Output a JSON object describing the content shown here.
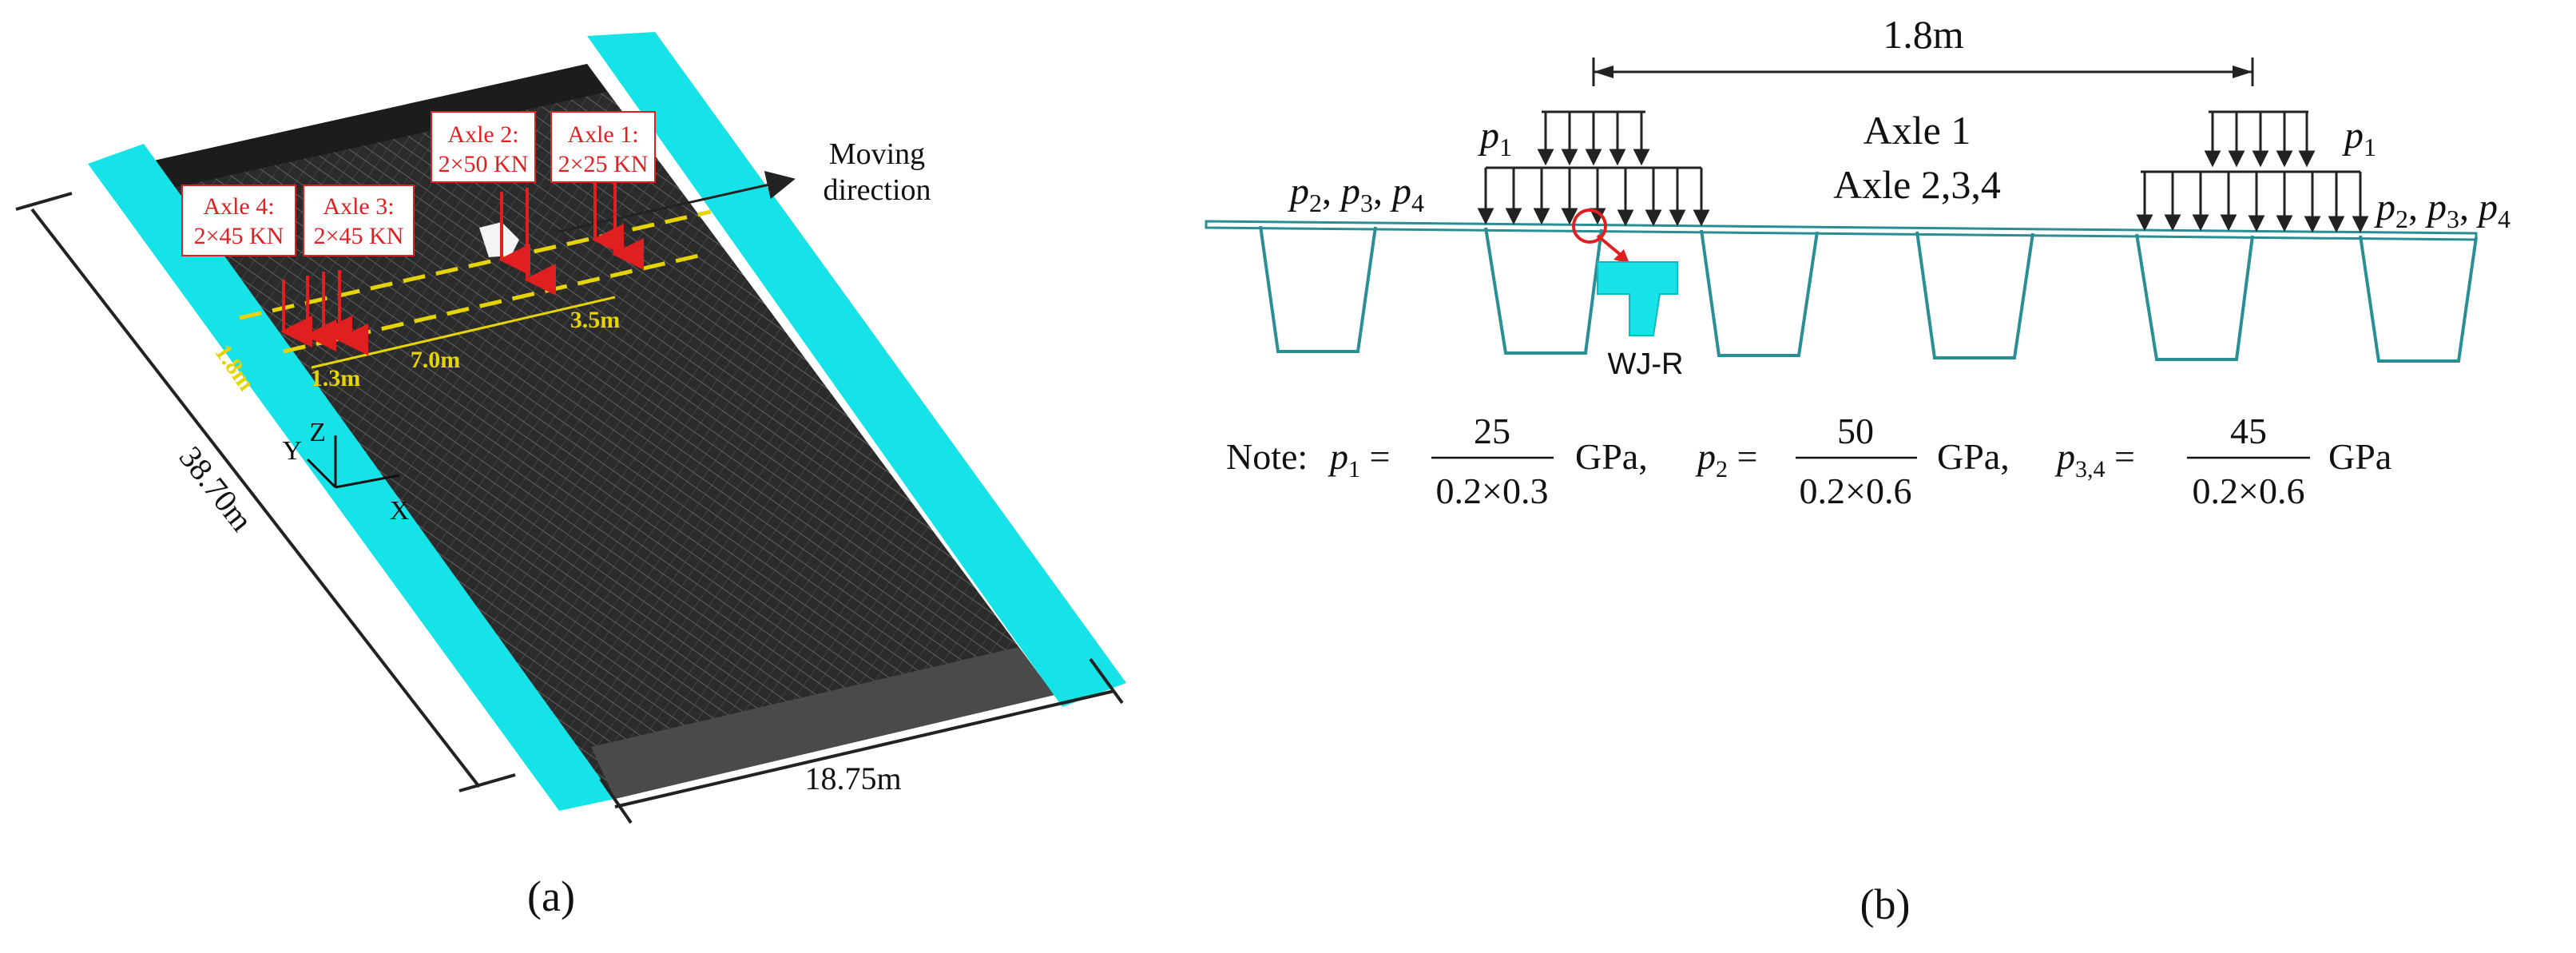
{
  "panel_a": {
    "label": "(a)",
    "dim_length": "38.70m",
    "dim_width": "18.75m",
    "moving_direction_line1": "Moving",
    "moving_direction_line2": "direction",
    "axles": [
      {
        "title": "Axle 1:",
        "load": "2×25 KN"
      },
      {
        "title": "Axle 2:",
        "load": "2×50 KN"
      },
      {
        "title": "Axle 3:",
        "load": "2×45 KN"
      },
      {
        "title": "Axle 4:",
        "load": "2×45 KN"
      }
    ],
    "dim_1_8": "1.8m",
    "dim_1_3": "1.3m",
    "dim_7_0": "7.0m",
    "dim_3_5": "3.5m",
    "axis_x": "X",
    "axis_y": "Y",
    "axis_z": "Z",
    "colors": {
      "deck": "#2a2a2a",
      "edge": "#16e3e8",
      "load": "#e02020",
      "dim": "#e6d400"
    }
  },
  "panel_b": {
    "label": "(b)",
    "top_dim": "1.8m",
    "axle1": "Axle 1",
    "axle234": "Axle 2,3,4",
    "p1": "p",
    "p1_sub": "1",
    "p234": "p",
    "p234_subs": [
      "2",
      "3",
      "4"
    ],
    "weld_label": "WJ-R",
    "note": {
      "prefix": "Note:",
      "p1_sub": "1",
      "p1_num": "25",
      "p1_den": "0.2×0.3",
      "p2_sub": "2",
      "p2_num": "50",
      "p2_den": "0.2×0.6",
      "p34_sub": "3,4",
      "p34_num": "45",
      "p34_den": "0.2×0.6",
      "unit": "GPa"
    },
    "colors": {
      "structure": "#2a8f95",
      "highlight": "#e02020",
      "weld": "#16e3e8"
    }
  }
}
